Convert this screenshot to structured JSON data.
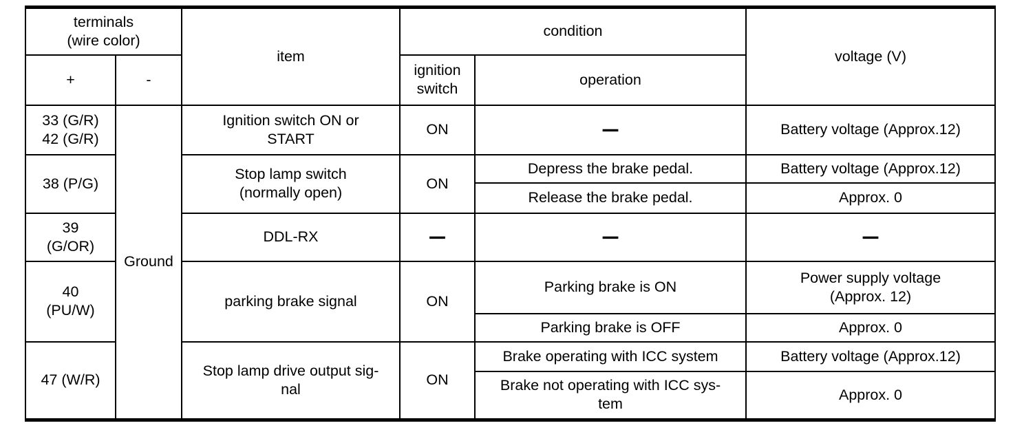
{
  "table": {
    "header": {
      "terminals": "terminals\n(wire color)",
      "plus": "+",
      "minus": "-",
      "item": "item",
      "condition": "condition",
      "ignition_switch": "ignition\nswitch",
      "operation": "operation",
      "voltage": "voltage (V)"
    },
    "ground_label": "Ground",
    "rows": [
      {
        "terminal": "33 (G/R)\n42 (G/R)",
        "item": "Ignition switch ON or\nSTART",
        "ignition": "ON",
        "conditions": [
          {
            "operation": "—",
            "voltage": "Battery voltage (Approx.12)"
          }
        ]
      },
      {
        "terminal": "38 (P/G)",
        "item": "Stop lamp switch\n(normally open)",
        "ignition": "ON",
        "conditions": [
          {
            "operation": "Depress the brake pedal.",
            "voltage": "Battery voltage (Approx.12)"
          },
          {
            "operation": "Release the brake pedal.",
            "voltage": "Approx. 0"
          }
        ]
      },
      {
        "terminal": "39\n(G/OR)",
        "item": "DDL-RX",
        "ignition": "—",
        "conditions": [
          {
            "operation": "—",
            "voltage": "—"
          }
        ]
      },
      {
        "terminal": "40\n(PU/W)",
        "item": "parking brake signal",
        "ignition": "ON",
        "conditions": [
          {
            "operation": "Parking brake is ON",
            "voltage": "Power supply voltage\n(Approx. 12)"
          },
          {
            "operation": "Parking brake is OFF",
            "voltage": "Approx. 0"
          }
        ]
      },
      {
        "terminal": "47 (W/R)",
        "item": "Stop lamp drive output sig-\nnal",
        "ignition": "ON",
        "conditions": [
          {
            "operation": "Brake operating with ICC system",
            "voltage": "Battery voltage (Approx.12)"
          },
          {
            "operation": "Brake not operating with ICC sys-\ntem",
            "voltage": "Approx. 0"
          }
        ]
      }
    ]
  }
}
